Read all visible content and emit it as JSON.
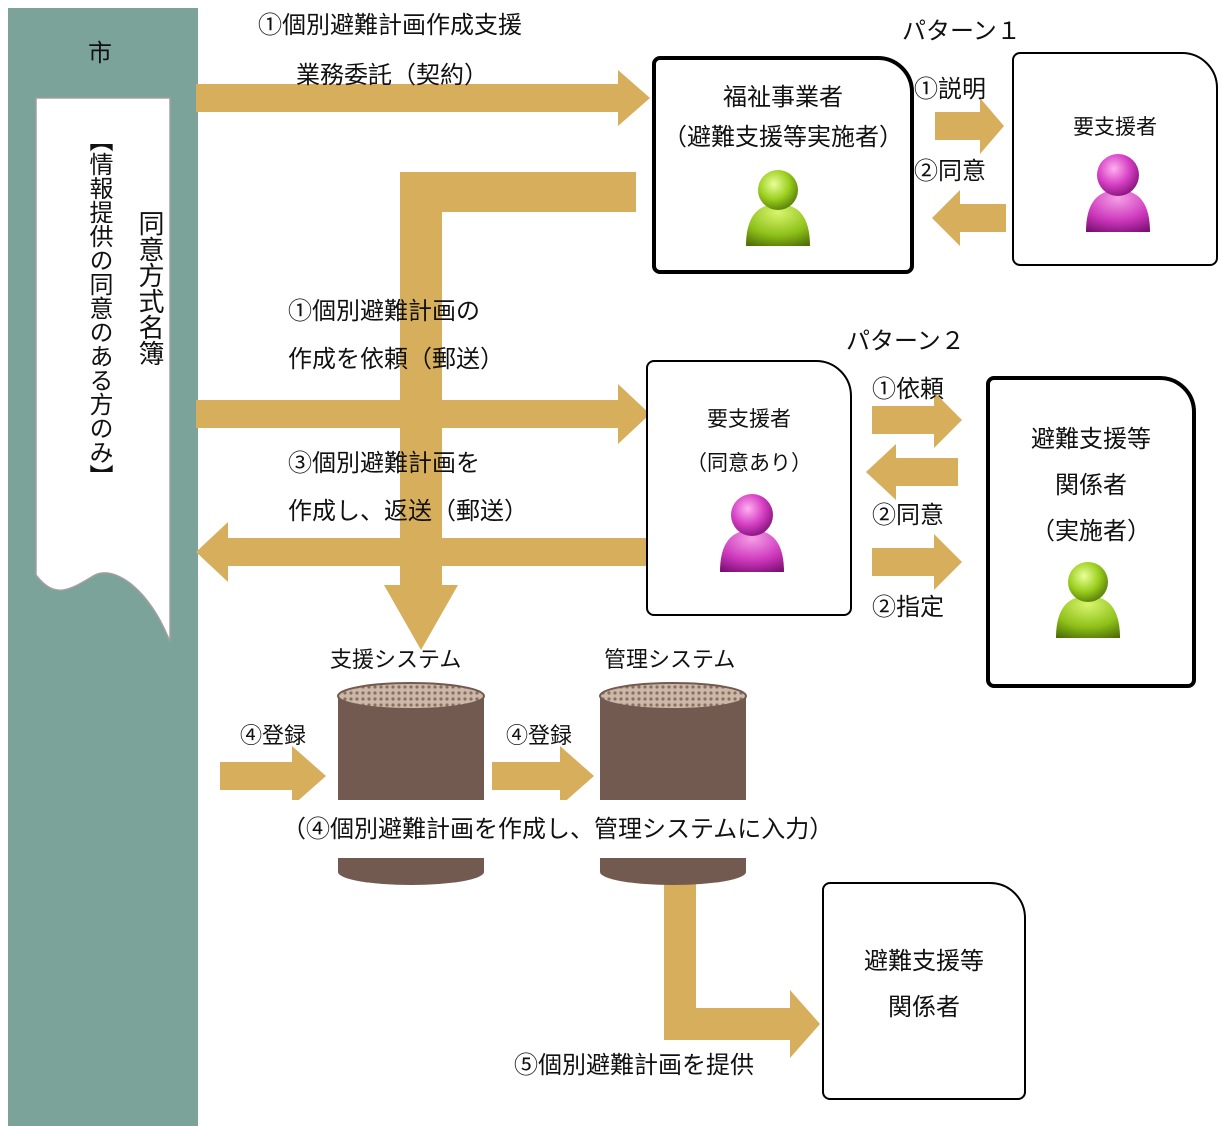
{
  "city": "市",
  "roster": {
    "title": "同意方式名簿",
    "subtitle": "【情報提供の同意のある方のみ】"
  },
  "pattern1": {
    "label": "パターン１",
    "commission_line1": "①個別避難計画作成支援",
    "commission_line2": "業務委託（契約）",
    "provider_line1": "福祉事業者",
    "provider_line2": "（避難支援等実施者）",
    "explain": "①説明",
    "consent": "②同意",
    "person": "要支援者"
  },
  "pattern2": {
    "label": "パターン２",
    "request_line1": "①個別避難計画の",
    "request_line2": "作成を依頼（郵送）",
    "return_line1": "③個別避難計画を",
    "return_line2": "作成し、返送（郵送）",
    "person_line1": "要支援者",
    "person_line2": "（同意あり）",
    "ask": "①依頼",
    "consent": "②同意",
    "designate": "②指定",
    "supporter_line1": "避難支援等",
    "supporter_line2": "関係者",
    "supporter_line3": "（実施者）"
  },
  "systems": {
    "support": "支援システム",
    "management": "管理システム",
    "register1": "④登録",
    "register2": "④登録",
    "note": "（④個別避難計画を作成し、管理システムに入力）"
  },
  "provide": {
    "label": "⑤個別避難計画を提供",
    "target_line1": "避難支援等",
    "target_line2": "関係者"
  },
  "colors": {
    "city_band": "#7ba39a",
    "arrow": "#d6ae5c",
    "cylinder_body": "#735a50",
    "person_green": "#9bcf1e",
    "person_magenta": "#d63fc4"
  }
}
